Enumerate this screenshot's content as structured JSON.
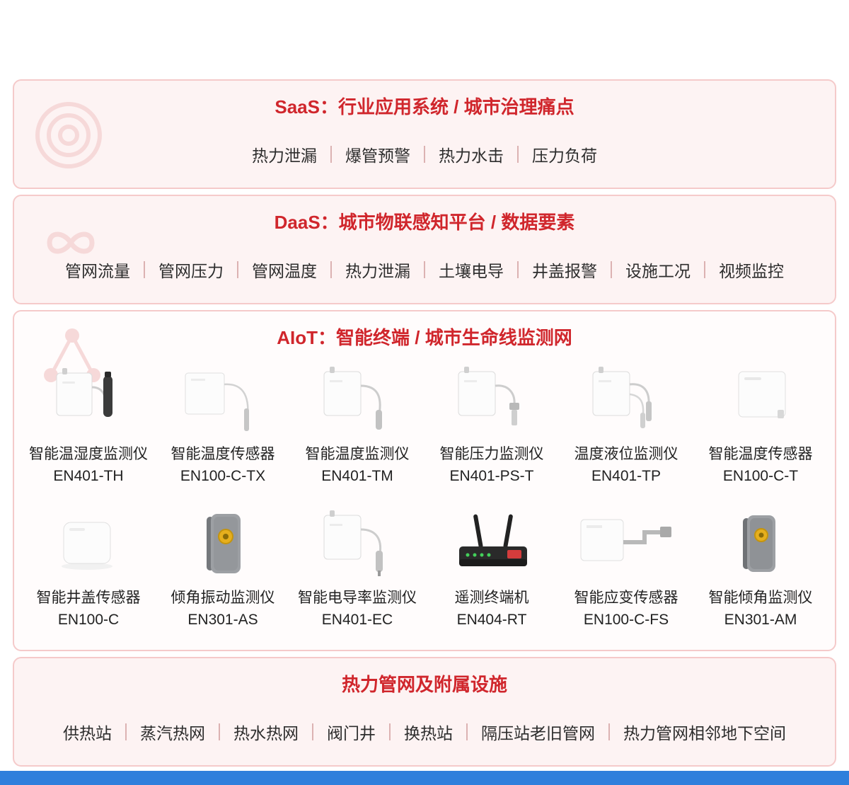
{
  "saas": {
    "title": "SaaS：行业应用系统 / 城市治理痛点",
    "items": [
      "热力泄漏",
      "爆管预警",
      "热力水击",
      "压力负荷"
    ]
  },
  "daas": {
    "title": "DaaS：城市物联感知平台 / 数据要素",
    "items": [
      "管网流量",
      "管网压力",
      "管网温度",
      "热力泄漏",
      "土壤电导",
      "井盖报警",
      "设施工况",
      "视频监控"
    ]
  },
  "aiot": {
    "title": "AIoT：智能终端 / 城市生命线监测网",
    "products": [
      {
        "name": "智能温湿度监测仪",
        "model": "EN401-TH",
        "icon": "white-box-with-black-probe-sensor"
      },
      {
        "name": "智能温度传感器",
        "model": "EN100-C-TX",
        "icon": "white-panel-with-cable-probe"
      },
      {
        "name": "智能温度监测仪",
        "model": "EN401-TM",
        "icon": "white-box-with-cable-probe"
      },
      {
        "name": "智能压力监测仪",
        "model": "EN401-PS-T",
        "icon": "white-box-with-pressure-transducer"
      },
      {
        "name": "温度液位监测仪",
        "model": "EN401-TP",
        "icon": "white-box-with-two-cables"
      },
      {
        "name": "智能温度传感器",
        "model": "EN100-C-T",
        "icon": "white-flat-box"
      },
      {
        "name": "智能井盖传感器",
        "model": "EN100-C",
        "icon": "white-flat-square-sensor"
      },
      {
        "name": "倾角振动监测仪",
        "model": "EN301-AS",
        "icon": "gray-device-yellow-button"
      },
      {
        "name": "智能电导率监测仪",
        "model": "EN401-EC",
        "icon": "white-box-with-cable-probe"
      },
      {
        "name": "遥测终端机",
        "model": "EN404-RT",
        "icon": "black-router-two-antennas"
      },
      {
        "name": "智能应变传感器",
        "model": "EN100-C-FS",
        "icon": "white-panel-with-bracket-arm"
      },
      {
        "name": "智能倾角监测仪",
        "model": "EN301-AM",
        "icon": "gray-device-yellow-button"
      }
    ]
  },
  "facilities": {
    "title": "热力管网及附属设施",
    "items": [
      "供热站",
      "蒸汽热网",
      "热水热网",
      "阀门井",
      "换热站",
      "隔压站老旧管网",
      "热力管网相邻地下空间"
    ]
  },
  "watermarks": [
    "target-rings-icon",
    "infinity-icon",
    "network-nodes-icon"
  ],
  "colors": {
    "accent_red": "#d0262c",
    "panel_bg": "#fdf3f3",
    "panel_border": "#f5caca",
    "separator": "#dcb2b2",
    "text": "#2d2d2d",
    "footer_blue": "#2f7fdc",
    "device_yellow": "#e6af1d"
  }
}
